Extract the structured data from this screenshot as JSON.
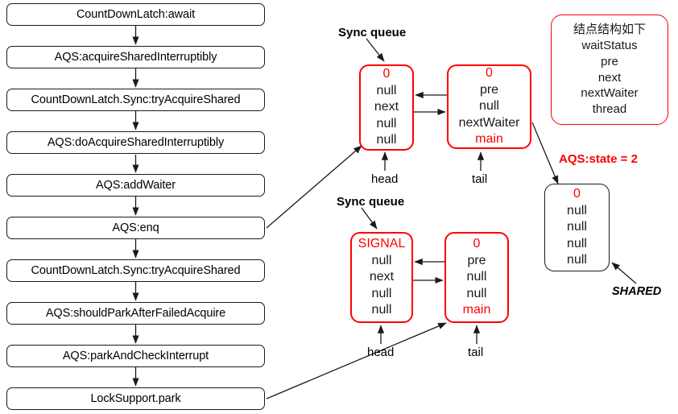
{
  "diagram": {
    "title": "CountDownLatch await AQS sync queue diagram",
    "colors": {
      "accent_red": "#ff0000",
      "outline": "#1a1a1a",
      "background": "#ffffff"
    }
  },
  "flow": {
    "steps": [
      {
        "label": "CountDownLatch:await"
      },
      {
        "label": "AQS:acquireSharedInterruptibly"
      },
      {
        "label": "CountDownLatch.Sync:tryAcquireShared"
      },
      {
        "label": "AQS:doAcquireSharedInterruptibly"
      },
      {
        "label": "AQS:addWaiter"
      },
      {
        "label": "AQS:enq"
      },
      {
        "label": "CountDownLatch.Sync:tryAcquireShared"
      },
      {
        "label": "AQS:shouldParkAfterFailedAcquire"
      },
      {
        "label": "AQS:parkAndCheckInterrupt"
      },
      {
        "label": "LockSupport.park"
      }
    ]
  },
  "queues": [
    {
      "title": "Sync queue",
      "head_label": "head",
      "tail_label": "tail",
      "head_node": {
        "waitStatus": "0",
        "fields": [
          "null",
          "next",
          "null",
          "null"
        ],
        "thread_highlight": false
      },
      "tail_node": {
        "waitStatus": "0",
        "fields": [
          "pre",
          "null",
          "nextWaiter",
          "main"
        ],
        "thread_highlight": true
      }
    },
    {
      "title": "Sync queue",
      "head_label": "head",
      "tail_label": "tail",
      "head_node": {
        "waitStatus": "SIGNAL",
        "fields": [
          "null",
          "next",
          "null",
          "null"
        ],
        "thread_highlight": false
      },
      "tail_node": {
        "waitStatus": "0",
        "fields": [
          "pre",
          "null",
          "null",
          "main"
        ],
        "thread_highlight": true
      }
    }
  ],
  "legend": {
    "title": "结点结构如下",
    "fields": [
      "waitStatus",
      "pre",
      "next",
      "nextWaiter",
      "thread"
    ]
  },
  "state": {
    "label": "AQS:state = 2",
    "node": {
      "waitStatus": "0",
      "fields": [
        "null",
        "null",
        "null",
        "null"
      ]
    },
    "shared_label": "SHARED"
  }
}
